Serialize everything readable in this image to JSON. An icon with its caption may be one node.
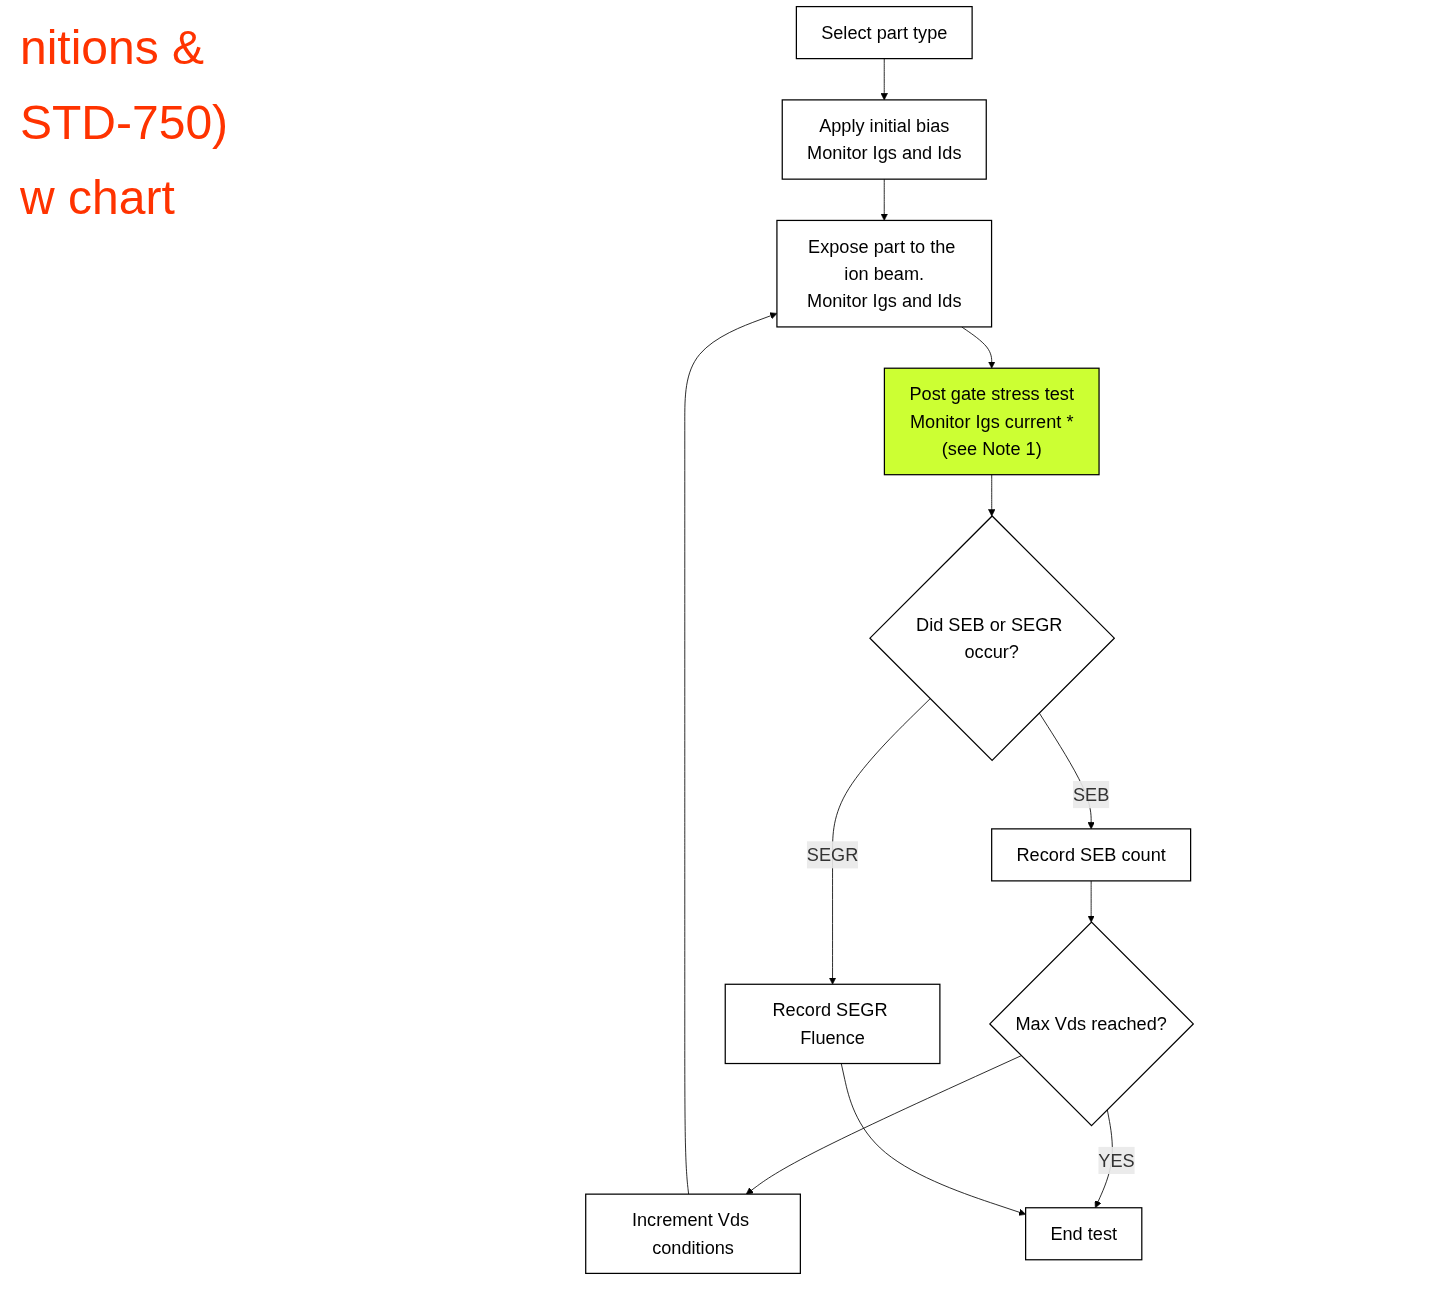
{
  "diagram": {
    "nodes": [
      {
        "text": [
          "Select part type"
        ]
      },
      {
        "text": [
          "Apply initial bias",
          "Monitor Igs and Ids"
        ]
      },
      {
        "text": [
          "Increment Vds conditions"
        ]
      },
      {
        "text": [
          "Expose part to the ion beam.",
          "Monitor Igs and Ids"
        ]
      },
      {
        "text": [
          "Post gate stress test",
          "Monitor Igs current *(see Note 1)"
        ]
      },
      {
        "text": [
          "Max Vds reached?"
        ]
      },
      {
        "text": [
          "Did SEB or SEGR occur?"
        ]
      },
      {
        "text": [
          "Record SEB count"
        ]
      },
      {
        "text": [
          "Record SEGR Fluence"
        ]
      },
      {
        "text": [
          "End test"
        ]
      }
    ],
    "edges": [
      {
        "from": 0,
        "to": 1,
        "arrow": "to"
      },
      {
        "from": 1,
        "to": 3,
        "arrow": "to"
      },
      {
        "from": 2,
        "to": 3,
        "arrow": "to"
      },
      {
        "from": 3,
        "to": 4,
        "arrow": "to"
      },
      {
        "from": 4,
        "to": 6,
        "arrow": "to"
      },
      {
        "from": 6,
        "to": 7,
        "arrow": "to",
        "label": "SEB"
      },
      {
        "from": 6,
        "to": 8,
        "arrow": "to",
        "label": "SEGR"
      },
      {
        "from": 7,
        "to": 5,
        "arrow": "to"
      },
      {
        "from": 5,
        "to": 2,
        "arrow": "to"
      },
      {
        "from": 5,
        "to": 9,
        "arrow": "to",
        "label": "YES"
      },
      {
        "from": 8,
        "to": 9,
        "arrow": "to"
      }
    ],
    "labels": [
      "nitions &",
      "STD-750)",
      "w chart"
    ]
  }
}
